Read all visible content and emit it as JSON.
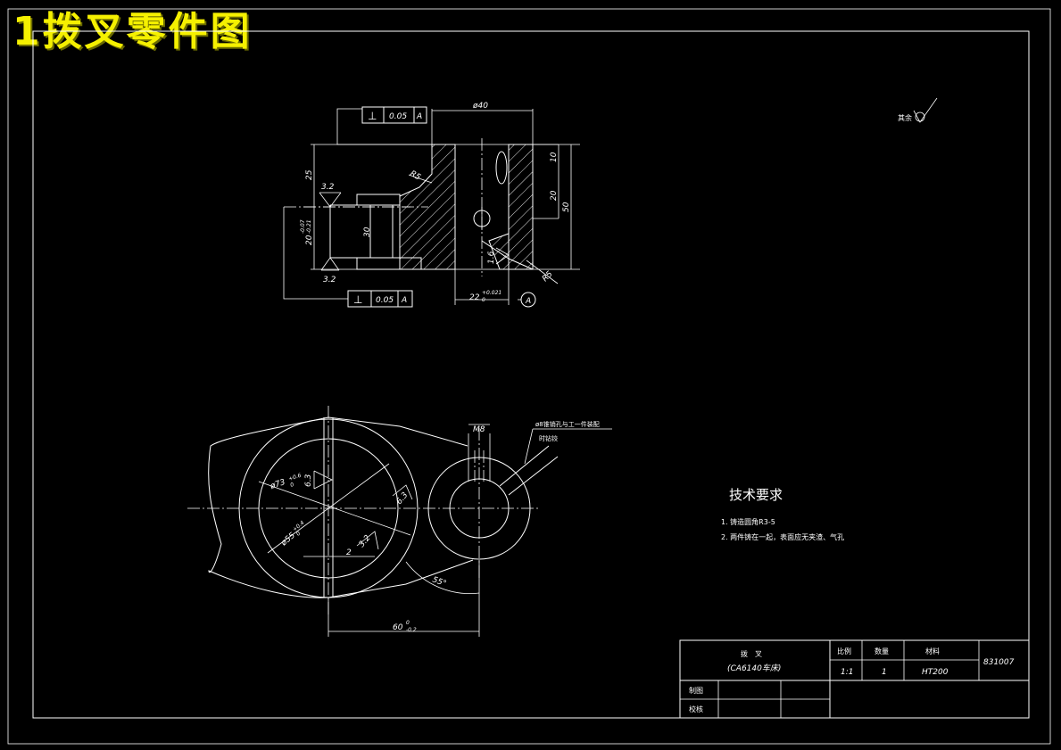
{
  "page_title": "1拨叉零件图",
  "roughness_note": "其余",
  "tolerances": {
    "top": {
      "symbol": "⊥",
      "value": "0.05",
      "datum": "A"
    },
    "bottom": {
      "symbol": "⊥",
      "value": "0.05",
      "datum": "A"
    }
  },
  "datum_marker": "A",
  "section_view": {
    "dim_phi40": "ø40",
    "dim_25": "25",
    "dim_20_tol": "20-0.07 / -0.21",
    "dim_20_main": "20",
    "dim_20_sup": "-0.07",
    "dim_20_sub": "-0.21",
    "dim_30": "30",
    "dim_10": "10",
    "dim_20b": "20",
    "dim_50": "50",
    "r5_top": "R5",
    "r5_bottom": "R5",
    "rough_32_top": "3.2",
    "rough_32_bottom": "3.2",
    "rough_16": "1.6",
    "bore_main": "22",
    "bore_sup": "+0.021",
    "bore_sub": "0"
  },
  "plan_view": {
    "dim_m8": "M8",
    "callout_line1": "ø8锥销孔与工一件装配",
    "callout_line2": "时钻铰",
    "dia_73": "ø73",
    "dia_73_sup": "+0.6",
    "dia_73_sub": "0",
    "dia_55": "ø55",
    "dia_55_sup": "+0.4",
    "dia_55_sub": "0",
    "rough_63a": "6.3",
    "rough_63b": "6.3",
    "rough_32": "3.2",
    "gap_2": "2",
    "angle": "55°",
    "dist_main": "60",
    "dist_sup": "0",
    "dist_sub": "-0.2"
  },
  "tech_requirements": {
    "heading": "技术要求",
    "items": [
      "1. 铸造圆角R3-5",
      "2. 两件铸在一起，表面应无夹渣、气孔"
    ]
  },
  "title_block": {
    "part_name": "拨　叉",
    "part_model": "(CA6140车床)",
    "header_scale": "比例",
    "header_qty": "数量",
    "header_material": "材料",
    "scale": "1:1",
    "qty": "1",
    "material": "HT200",
    "drawing_no": "831007",
    "drawn_by": "制图",
    "checked_by": "校核"
  }
}
